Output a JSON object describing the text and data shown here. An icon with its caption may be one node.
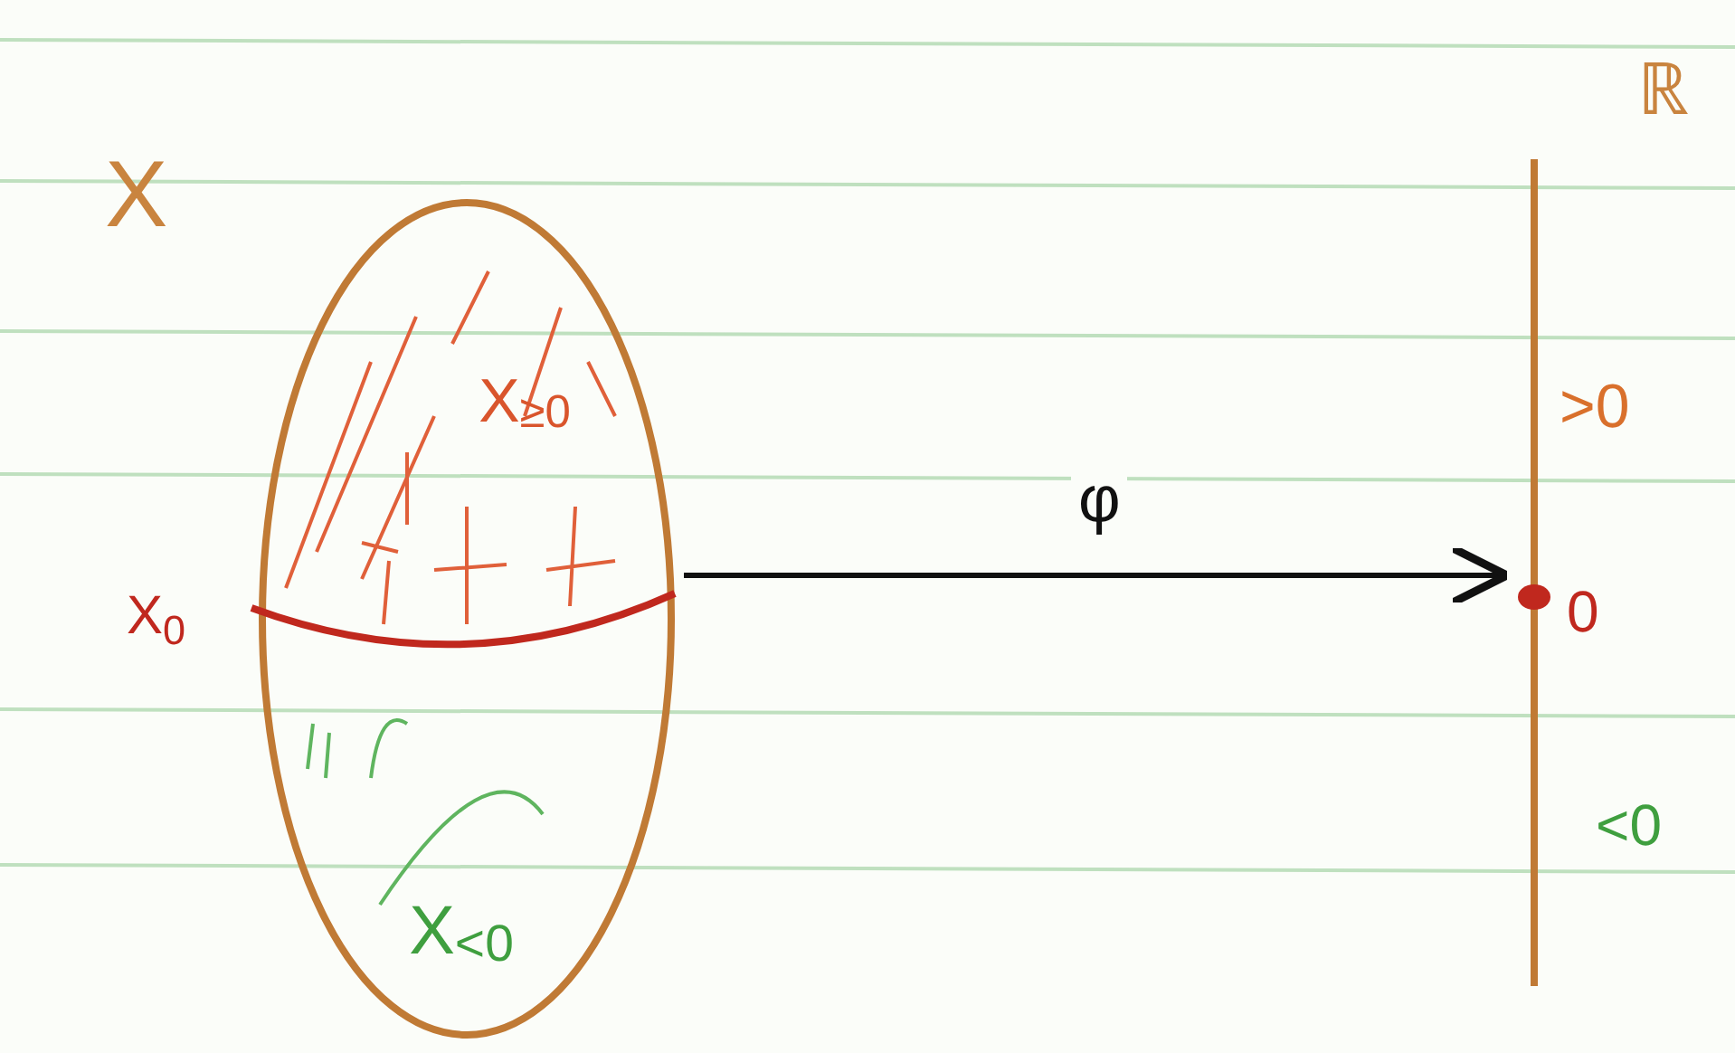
{
  "diagram": {
    "nodes": [
      {
        "text": [
          "X"
        ]
      },
      {
        "text": [
          "X$_{≥0}$"
        ],
        "in": 0
      },
      {
        "text": [
          "X$_{<0}$"
        ],
        "in": 0
      },
      {
        "text": [
          "ℝ"
        ]
      }
    ],
    "edges": [
      {
        "from": 0,
        "to": 3,
        "arrow": "to",
        "label": "φ"
      }
    ],
    "labels": [
      "X$_{0}$",
      ">0",
      "0",
      "<0"
    ]
  }
}
